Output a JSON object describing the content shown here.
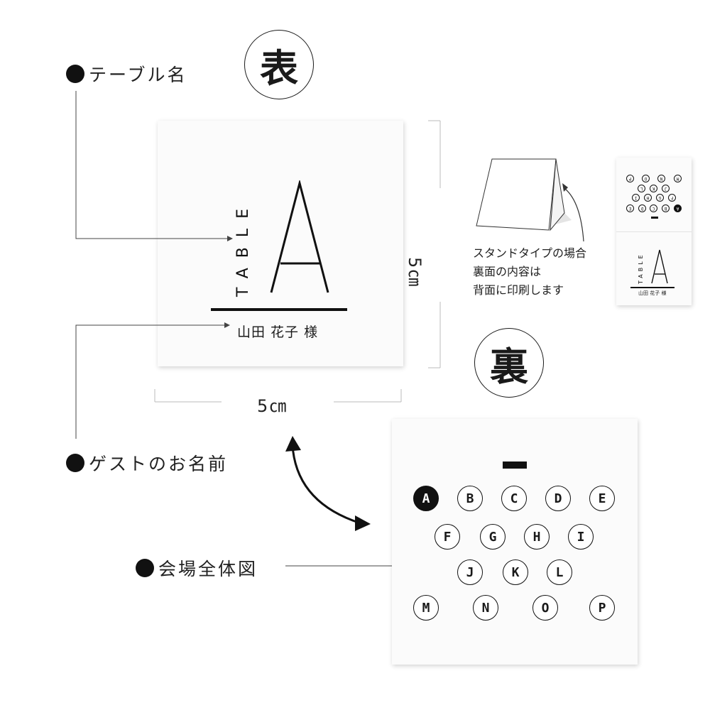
{
  "labels": {
    "front_badge": "表",
    "back_badge": "裏",
    "table_name": "テーブル名",
    "guest_name": "ゲストのお名前",
    "venue_map": "会場全体図"
  },
  "front_card": {
    "vertical_text": "TABLE",
    "table_letter": "A",
    "guest": "山田 花子 様"
  },
  "dimensions": {
    "height": "5㎝",
    "width": "5㎝"
  },
  "stand_note": {
    "line1": "スタンドタイプの場合",
    "line2": "裏面の内容は",
    "line3": "背面に印刷します"
  },
  "back_card": {
    "rows": [
      [
        "A",
        "B",
        "C",
        "D",
        "E"
      ],
      [
        "F",
        "G",
        "H",
        "I"
      ],
      [
        "J",
        "K",
        "L"
      ],
      [
        "M",
        "N",
        "O",
        "P"
      ]
    ],
    "highlighted": "A"
  },
  "colors": {
    "ink": "#111111",
    "card": "#fbfbfb",
    "guide": "#cccccc"
  }
}
